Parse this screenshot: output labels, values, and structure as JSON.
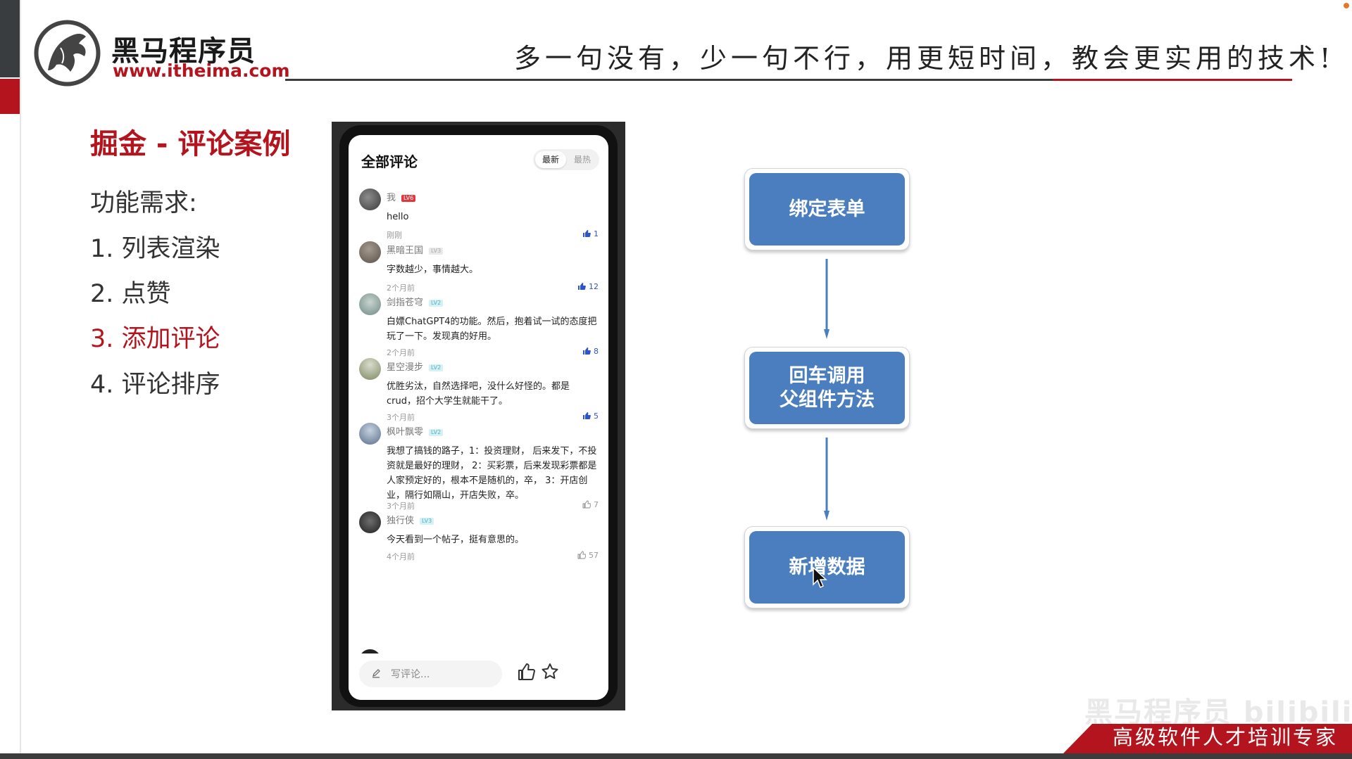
{
  "header": {
    "logo_name": "黑马程序员",
    "logo_url": "www.itheima.com",
    "slogan": "多一句没有，少一句不行，用更短时间，教会更实用的技术!"
  },
  "left_panel": {
    "title": "掘金 - 评论案例",
    "requirements_heading": "功能需求:",
    "requirements": [
      {
        "text": "1. 列表渲染",
        "active": false
      },
      {
        "text": "2. 点赞",
        "active": false
      },
      {
        "text": "3. 添加评论",
        "active": true
      },
      {
        "text": "4. 评论排序",
        "active": false
      }
    ]
  },
  "phone": {
    "title": "全部评论",
    "tabs": [
      "最新",
      "最热"
    ],
    "active_tab": "最新",
    "comments": [
      {
        "user": "我",
        "level": "LV6",
        "level_style": "red",
        "text": "hello",
        "time": "刚刚",
        "likes": "1",
        "liked": true
      },
      {
        "user": "黑暗王国",
        "level": "LV3",
        "level_style": "gray",
        "text": "字数越少，事情越大。",
        "time": "2个月前",
        "likes": "12",
        "liked": true
      },
      {
        "user": "剑指苍穹",
        "level": "LV2",
        "level_style": "cyan",
        "text": "白嫖ChatGPT4的功能。然后，抱着试一试的态度把玩了一下。发现真的好用。",
        "time": "2个月前",
        "likes": "8",
        "liked": true
      },
      {
        "user": "星空漫步",
        "level": "LV2",
        "level_style": "cyan",
        "text": "优胜劣汰，自然选择吧，没什么好怪的。都是crud，招个大学生就能干了。",
        "time": "3个月前",
        "likes": "5",
        "liked": true
      },
      {
        "user": "枫叶飘零",
        "level": "LV2",
        "level_style": "cyan",
        "text": "我想了搞钱的路子，1：投资理财， 后来发下，不投资就是最好的理财， 2：买彩票，后来发现彩票都是人家预定好的，根本不是随机的，卒， 3：开店创业，隔行如隔山，开店失败，卒。",
        "time": "3个月前",
        "likes": "7",
        "liked": false
      },
      {
        "user": "独行侠",
        "level": "LV3",
        "level_style": "cyan",
        "text": "今天看到一个帖子，挺有意思的。",
        "time": "4个月前",
        "likes": "57",
        "liked": false
      }
    ],
    "input_placeholder": "写评论...",
    "colors": {
      "liked": "#2e54c9",
      "level_red": "#e1383c"
    }
  },
  "flowchart": {
    "steps": [
      "绑定表单",
      "回车调用\n父组件方法",
      "新增数据"
    ],
    "box_color": "#4a7ebf"
  },
  "footer": {
    "tag": "高级软件人才培训专家",
    "watermark": "黑马程序员 bilibili"
  },
  "colors": {
    "brand_red": "#b3141e"
  }
}
